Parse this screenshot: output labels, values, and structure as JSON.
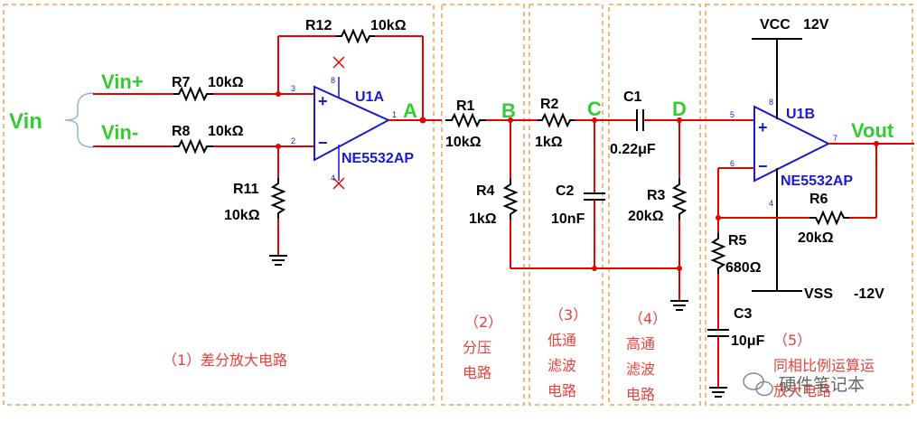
{
  "colors": {
    "wire": "#e60000",
    "net_label": "#33cc33",
    "part_label": "#1a1acc",
    "section_label": "#e6413c",
    "section_box": "#f0a050"
  },
  "inputs": {
    "vin": "Vin",
    "vin_plus": "Vin+",
    "vin_minus": "Vin-"
  },
  "output": {
    "vout": "Vout"
  },
  "nodes": {
    "a": "A",
    "b": "B",
    "c": "C",
    "d": "D"
  },
  "supply": {
    "vcc": "VCC",
    "vcc_value": "12V",
    "vss": "VSS",
    "vss_value": "-12V"
  },
  "opamps": {
    "u1a": {
      "ref": "U1A",
      "part": "NE5532AP",
      "pin_plus": "3",
      "pin_minus": "2",
      "pin_out": "1",
      "pin_top": "8",
      "pin_bottom": "4"
    },
    "u1b": {
      "ref": "U1B",
      "part": "NE5532AP",
      "pin_plus": "5",
      "pin_minus": "6",
      "pin_out": "7",
      "pin_top": "8",
      "pin_bottom": "4"
    }
  },
  "components": {
    "r12": {
      "ref": "R12",
      "value": "10kΩ"
    },
    "r7": {
      "ref": "R7",
      "value": "10kΩ"
    },
    "r8": {
      "ref": "R8",
      "value": "10kΩ"
    },
    "r11": {
      "ref": "R11",
      "value": "10kΩ"
    },
    "r1": {
      "ref": "R1",
      "value": "10kΩ"
    },
    "r4": {
      "ref": "R4",
      "value": "1kΩ"
    },
    "r2": {
      "ref": "R2",
      "value": "1kΩ"
    },
    "c2": {
      "ref": "C2",
      "value": "10nF"
    },
    "c1": {
      "ref": "C1",
      "value": "0.22μF"
    },
    "r3": {
      "ref": "R3",
      "value": "20kΩ"
    },
    "r6": {
      "ref": "R6",
      "value": "20kΩ"
    },
    "r5": {
      "ref": "R5",
      "value": "680Ω"
    },
    "c3": {
      "ref": "C3",
      "value": "10μF"
    }
  },
  "sections": {
    "s1": {
      "num": "（1）",
      "text": "差分放大电路"
    },
    "s2": {
      "num": "（2）",
      "line1": "分压",
      "line2": "电路"
    },
    "s3": {
      "num": "（3）",
      "line1": "低通",
      "line2": "滤波",
      "line3": "电路"
    },
    "s4": {
      "num": "（4）",
      "line1": "高通",
      "line2": "滤波",
      "line3": "电路"
    },
    "s5": {
      "num": "（5）",
      "line1": "同相比例运算运",
      "line2": "放大电路"
    }
  },
  "watermark": {
    "text": "硬件笔记本",
    "icon": "wechat-icon"
  }
}
